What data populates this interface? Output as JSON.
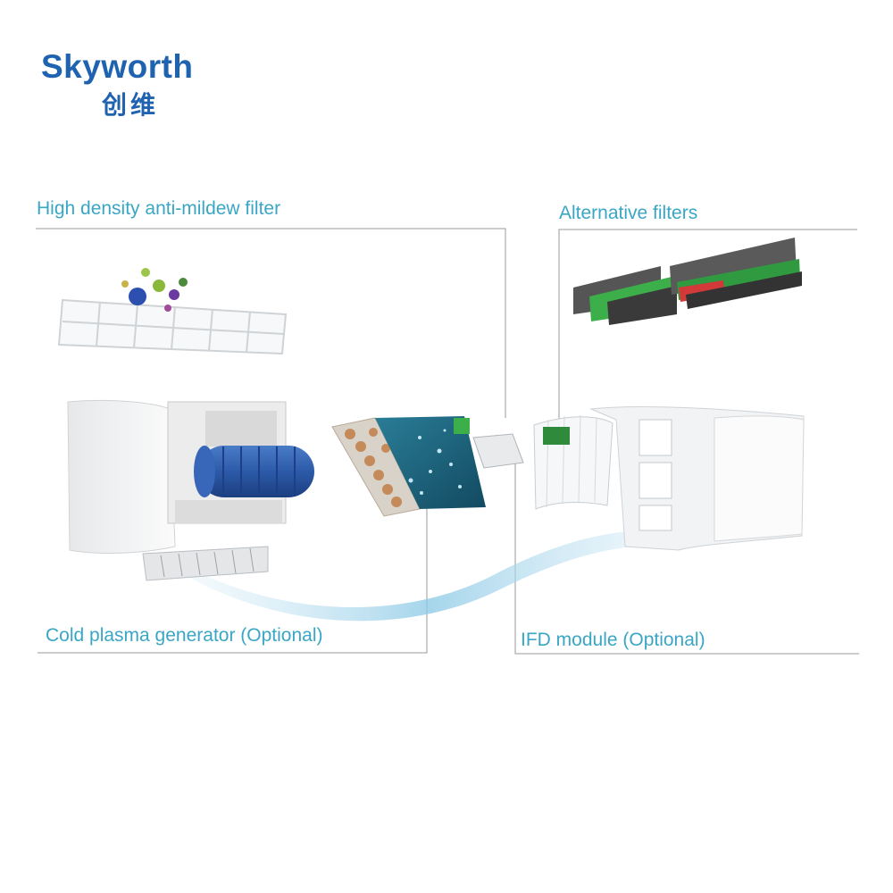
{
  "brand": {
    "name": "Skyworth",
    "name_cn": "创维",
    "color": "#1f63b0"
  },
  "labels": {
    "mildew_filter": "High density anti-mildew filter",
    "alt_filters": "Alternative filters",
    "plasma": "Cold plasma generator (Optional)",
    "ifd": "IFD module (Optional)"
  },
  "colors": {
    "label_text": "#3aa6c6",
    "leader_line": "#9a9a9a",
    "airflow": "#9fd2ea",
    "fan": "#2f5faf",
    "evaporator": "#1b5f78",
    "filter_green": "#3cae4a",
    "filter_red": "#d23a3a",
    "filter_gray": "#4a4a4a"
  }
}
